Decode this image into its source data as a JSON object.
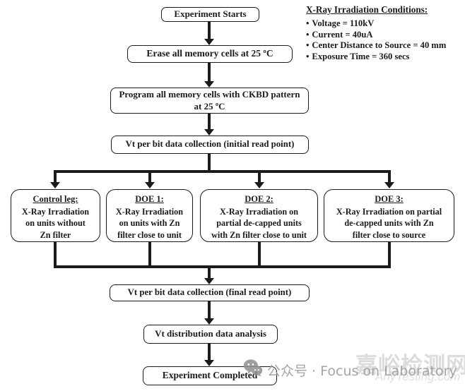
{
  "conditions": {
    "title": "X-Ray Irradiation Conditions:",
    "bullet": "•",
    "items": [
      "Voltage = 110kV",
      "Current = 40uA",
      "Center Distance to Source = 40 mm",
      "Exposure Time = 360 secs"
    ]
  },
  "flow": {
    "start": "Experiment Starts",
    "erase": "Erase all memory cells at 25 ºC",
    "program_lines": [
      "Program all memory cells with CKBD pattern",
      "at 25 ºC"
    ],
    "vt_initial": "Vt per bit data collection (initial read point)",
    "vt_final": "Vt per bit data collection (final read point)",
    "analysis": "Vt distribution data analysis",
    "completed": "Experiment Completed"
  },
  "branches": [
    {
      "title": "Control leg:",
      "lines": [
        "X-Ray Irradiation",
        "on units without",
        "Zn filter"
      ]
    },
    {
      "title": "DOE 1:",
      "lines": [
        "X-Ray Irradiation",
        "on units with Zn",
        "filter close to unit"
      ]
    },
    {
      "title": "DOE 2:",
      "lines": [
        "X-Ray Irradiation on",
        "partial de-capped units",
        "with Zn filter close to unit"
      ]
    },
    {
      "title": "DOE 3:",
      "lines": [
        "X-Ray Irradiation on partial",
        "de-capped units with Zn",
        "filter close to source"
      ]
    }
  ],
  "watermark": {
    "wechat_label": "公众号 · Focus on Laboratory",
    "site_name": "嘉峪检测网",
    "site_url": "AnyTesting.com"
  },
  "colors": {
    "ink": "#1b1b1b",
    "background": "#ffffff",
    "watermark_light": "#dcdcdc",
    "watermark_gray": "#a5a5a5"
  }
}
